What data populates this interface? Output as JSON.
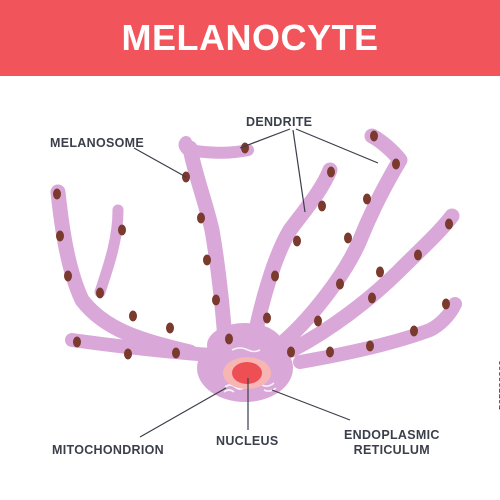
{
  "title": "MELANOCYTE",
  "labels": {
    "dendrite": "DENDRITE",
    "melanosome": "MELANOSOME",
    "mitochondrion": "MITOCHONDRION",
    "nucleus": "NUCLEUS",
    "endoplasmic_line1": "ENDOPLASMIC",
    "endoplasmic_line2": "RETICULUM"
  },
  "side_id": "525582209",
  "colors": {
    "banner": "#f2545b",
    "cell": "#d9a8d8",
    "melanosome": "#7a3b2e",
    "nucleus_outer": "#f7b5b3",
    "nucleus_inner": "#ee4f55",
    "label": "#3a3f4a",
    "leader": "#3a3f4a"
  }
}
